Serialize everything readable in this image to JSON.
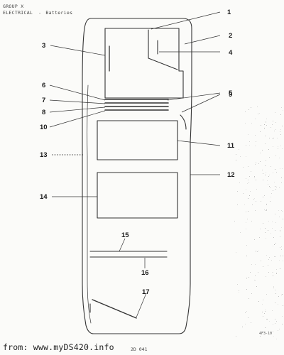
{
  "header": {
    "group": "GROUP X",
    "section": "ELECTRICAL",
    "separator": "-",
    "subject": "Batteries"
  },
  "callouts": [
    "1",
    "2",
    "3",
    "4",
    "5",
    "6",
    "7",
    "8",
    "9",
    "10",
    "11",
    "12",
    "13",
    "14",
    "15",
    "16",
    "17"
  ],
  "footer": {
    "credit": "from: www.myDS420.info",
    "model": "2D 041",
    "ref_code": "4F3-10"
  }
}
